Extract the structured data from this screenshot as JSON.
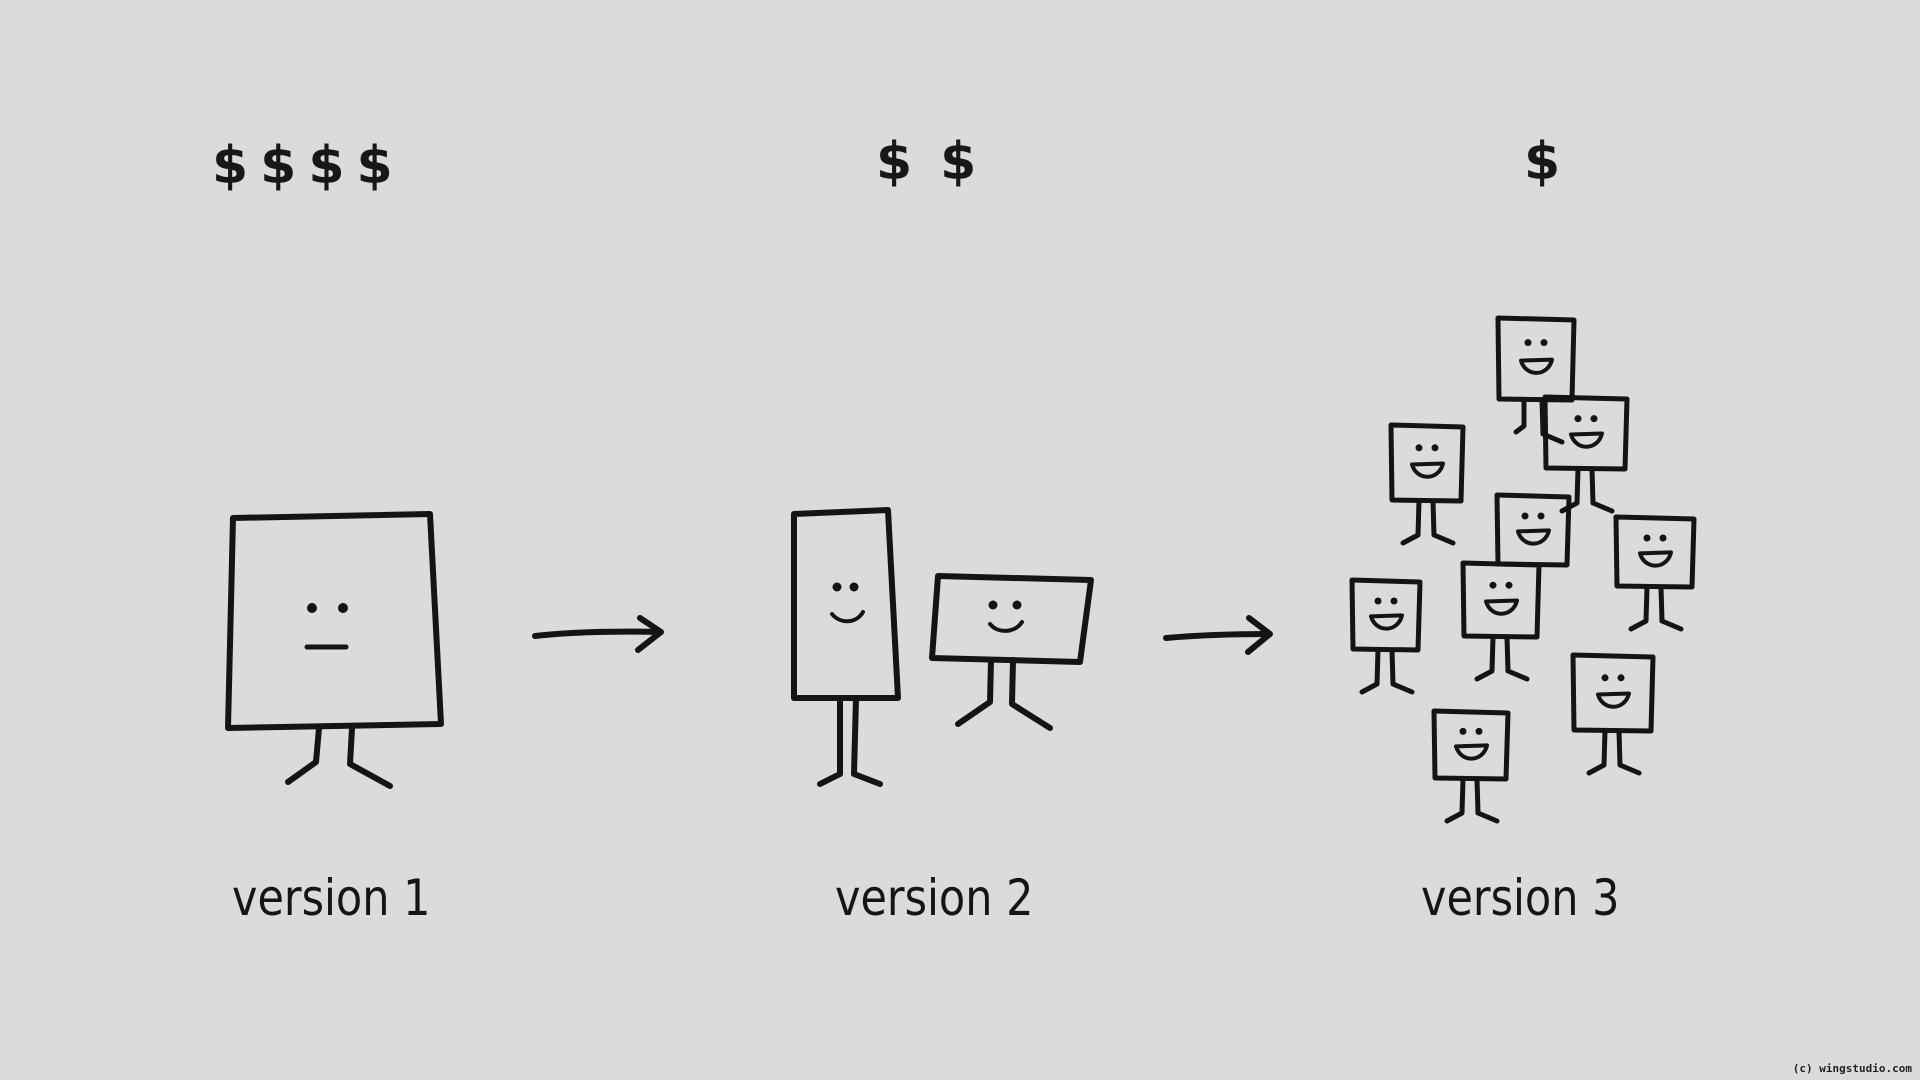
{
  "versions": [
    {
      "label": "version 1",
      "price": "$$$$"
    },
    {
      "label": "version 2",
      "price": "$$"
    },
    {
      "label": "version 3",
      "price": "$"
    }
  ],
  "credit": "(c) wingstudio.com",
  "colors": {
    "background": "#dbdbdb",
    "ink": "#141414"
  }
}
